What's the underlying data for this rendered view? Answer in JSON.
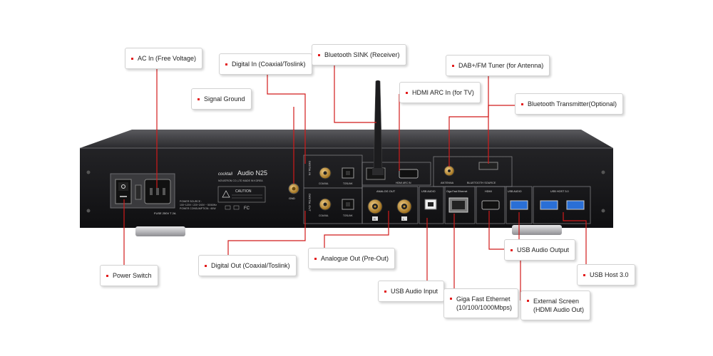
{
  "device": {
    "brand": "cocktail",
    "model": "Audio N25",
    "maker_line": "NOVATRON CO.,LTD   MADE IN KOREA",
    "caution": "CAUTION",
    "power_source_label": "POWER SOURCE :",
    "power_range": "100~120V / 220~240V ~ 50/60Hz",
    "power_consumption": "POWER CONSUMPTION : 60W",
    "fuse_label": "FUSE 250V T 2A",
    "gnd_label": "GND",
    "antenna_label": "ANTENNA",
    "bt_source_label": "BLUETOOTH SOURCE",
    "analog_out_label": "ANALOG OUT",
    "hdmi_arc_label": "HDMI ARC IN",
    "usb_audio_label": "USB AUDIO",
    "giga_label": "Giga Fast Ethernet",
    "hdmi_label": "HDMI",
    "usb_audio_out_label": "USB AUDIO",
    "usb_host_label": "USB HOST 3.0",
    "digital_in_label": "DIGITAL IN",
    "digital_out_label": "DIGITAL OUT",
    "coaxial_label": "COAXIAL",
    "toslink_label": "TOSLINK",
    "r_label": "R",
    "l_label": "L"
  },
  "callouts": {
    "ac_in": "AC In (Free Voltage)",
    "digital_in": "Digital In (Coaxial/Toslink)",
    "bluetooth_sink": "Bluetooth SINK (Receiver)",
    "dab_fm": "DAB+/FM Tuner (for Antenna)",
    "signal_ground": "Signal Ground",
    "hdmi_arc": "HDMI ARC In (for TV)",
    "bt_transmitter": "Bluetooth Transmitter(Optional)",
    "power_switch": "Power Switch",
    "digital_out": "Digital Out (Coaxial/Toslink)",
    "analogue_out": "Analogue Out (Pre-Out)",
    "usb_audio_output": "USB Audio Output",
    "usb_host": "USB Host 3.0",
    "usb_audio_input": "USB Audio Input",
    "ethernet_line1": "Giga Fast Ethernet",
    "ethernet_line2": "(10/100/1000Mbps)",
    "ext_screen_line1": "External Screen",
    "ext_screen_line2": "(HDMI Audio Out)"
  },
  "colors": {
    "accent": "#e31c1c",
    "chassis": "#1b1b1d",
    "rca_gold": "#c9952e"
  }
}
